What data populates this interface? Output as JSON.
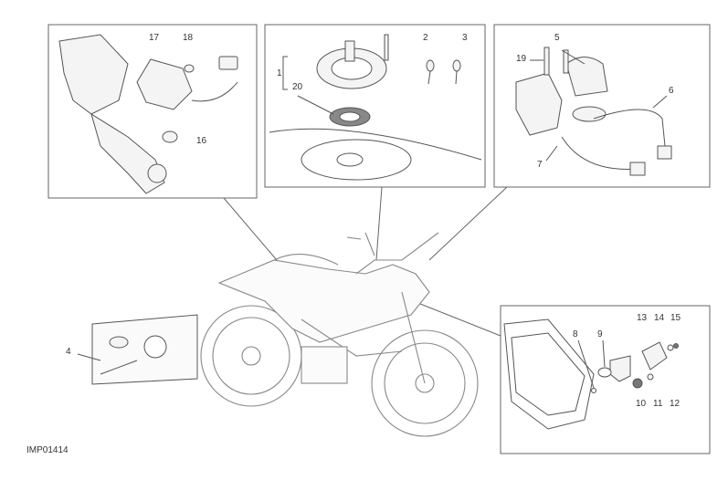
{
  "diagram_code": "IMP01414",
  "callouts": {
    "p1": "1",
    "p2": "2",
    "p3": "3",
    "p4": "4",
    "p5": "5",
    "p6": "6",
    "p7": "7",
    "p8": "8",
    "p9": "9",
    "p10": "10",
    "p11": "11",
    "p12": "12",
    "p13": "13",
    "p14": "14",
    "p15": "15",
    "p16": "16",
    "p17": "17",
    "p18": "18",
    "p19": "19",
    "p20": "20"
  },
  "colors": {
    "line": "#555555",
    "frame": "#666666",
    "fill": "#f4f4f4"
  }
}
